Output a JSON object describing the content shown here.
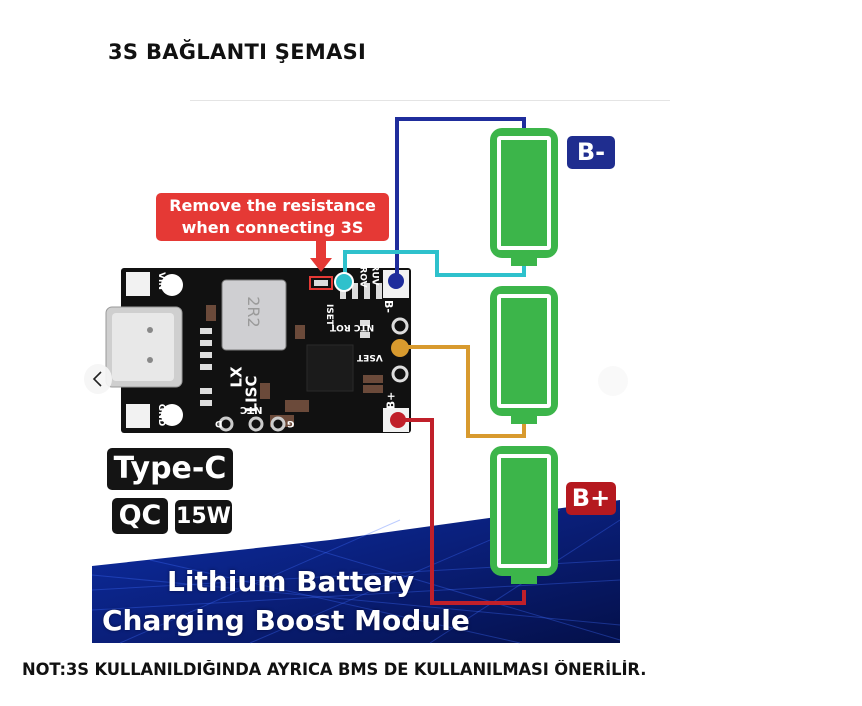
{
  "header": {
    "title": "3S BAĞLANTI ŞEMASI"
  },
  "diagram": {
    "warning_callout": {
      "line1": "Remove the resistance",
      "line2": "when connecting 3S"
    },
    "module": {
      "chip_label": "2R2",
      "silkscreen": {
        "vin": "VIN",
        "gnd": "GND",
        "lx": "LX",
        "lisc": "LISC",
        "ntc": "NTC",
        "d": "D",
        "g": "G",
        "iset": "ISET",
        "ntc_rot": "NTC ROT",
        "vset": "VSET",
        "ruv": "RUV",
        "rov": "ROV",
        "b_minus": "B-",
        "b_plus": "B+"
      }
    },
    "badges": {
      "type_c": "Type-C",
      "qc": "QC",
      "power": "15W"
    },
    "banner": {
      "line1": "Lithium Battery",
      "line2": "Charging Boost Module"
    },
    "terminal_labels": {
      "negative": "B-",
      "positive": "B+"
    },
    "batteries": [
      {
        "name": "cell-1",
        "position": "top"
      },
      {
        "name": "cell-2",
        "position": "middle"
      },
      {
        "name": "cell-3",
        "position": "bottom"
      }
    ],
    "wires": [
      {
        "name": "b-minus-wire",
        "color": "#1f2d9c",
        "from": "B-",
        "to": "cell-1 top"
      },
      {
        "name": "cell12-wire",
        "color": "#2ec1cc",
        "from": "resistor pad",
        "to": "cell-1/cell-2 junction"
      },
      {
        "name": "vset-wire",
        "color": "#d89a2e",
        "from": "VSET pad",
        "to": "cell-2/cell-3 junction"
      },
      {
        "name": "b-plus-wire",
        "color": "#c0202a",
        "from": "B+",
        "to": "cell-3 bottom"
      }
    ],
    "colors": {
      "battery_green": "#3cb54a",
      "b_minus_badge": "#1f2d8f",
      "b_plus_badge": "#b5191f",
      "warning_red": "#e53935"
    }
  },
  "footer": {
    "note": "NOT:3S KULLANILDIĞINDA AYRICA BMS DE KULLANILMASI ÖNERİLİR."
  },
  "navigation": {
    "prev_icon": "chevron-left-icon",
    "next_icon": "chevron-right-icon"
  }
}
